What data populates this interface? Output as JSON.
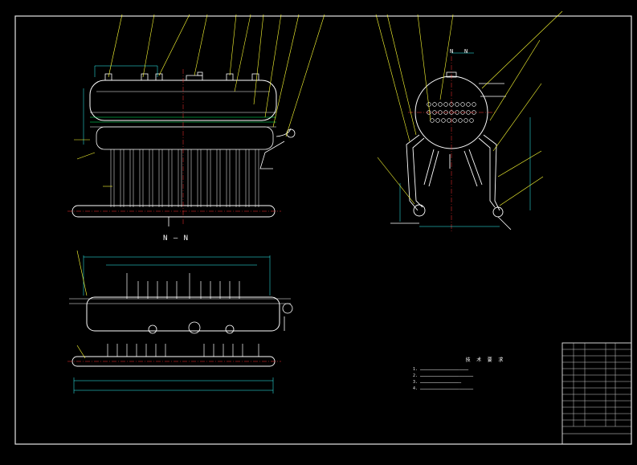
{
  "section_label": "N — N",
  "section_marks": [
    "N",
    "N"
  ],
  "notes": {
    "title": "技 术 要 求",
    "lines": [
      "1. ……………………………………………………",
      "2. …………………………………………………………",
      "3. ……………………………………………",
      "4. …………………………………………………………"
    ]
  },
  "colors": {
    "background": "#000000",
    "frame": "#e6e6e6",
    "leader": "#ffff33",
    "geometry": "#ffffff",
    "dimension": "#33ffff",
    "tube": "#00ff66",
    "centerline": "#ff3333",
    "tag": "#ff66ff"
  }
}
